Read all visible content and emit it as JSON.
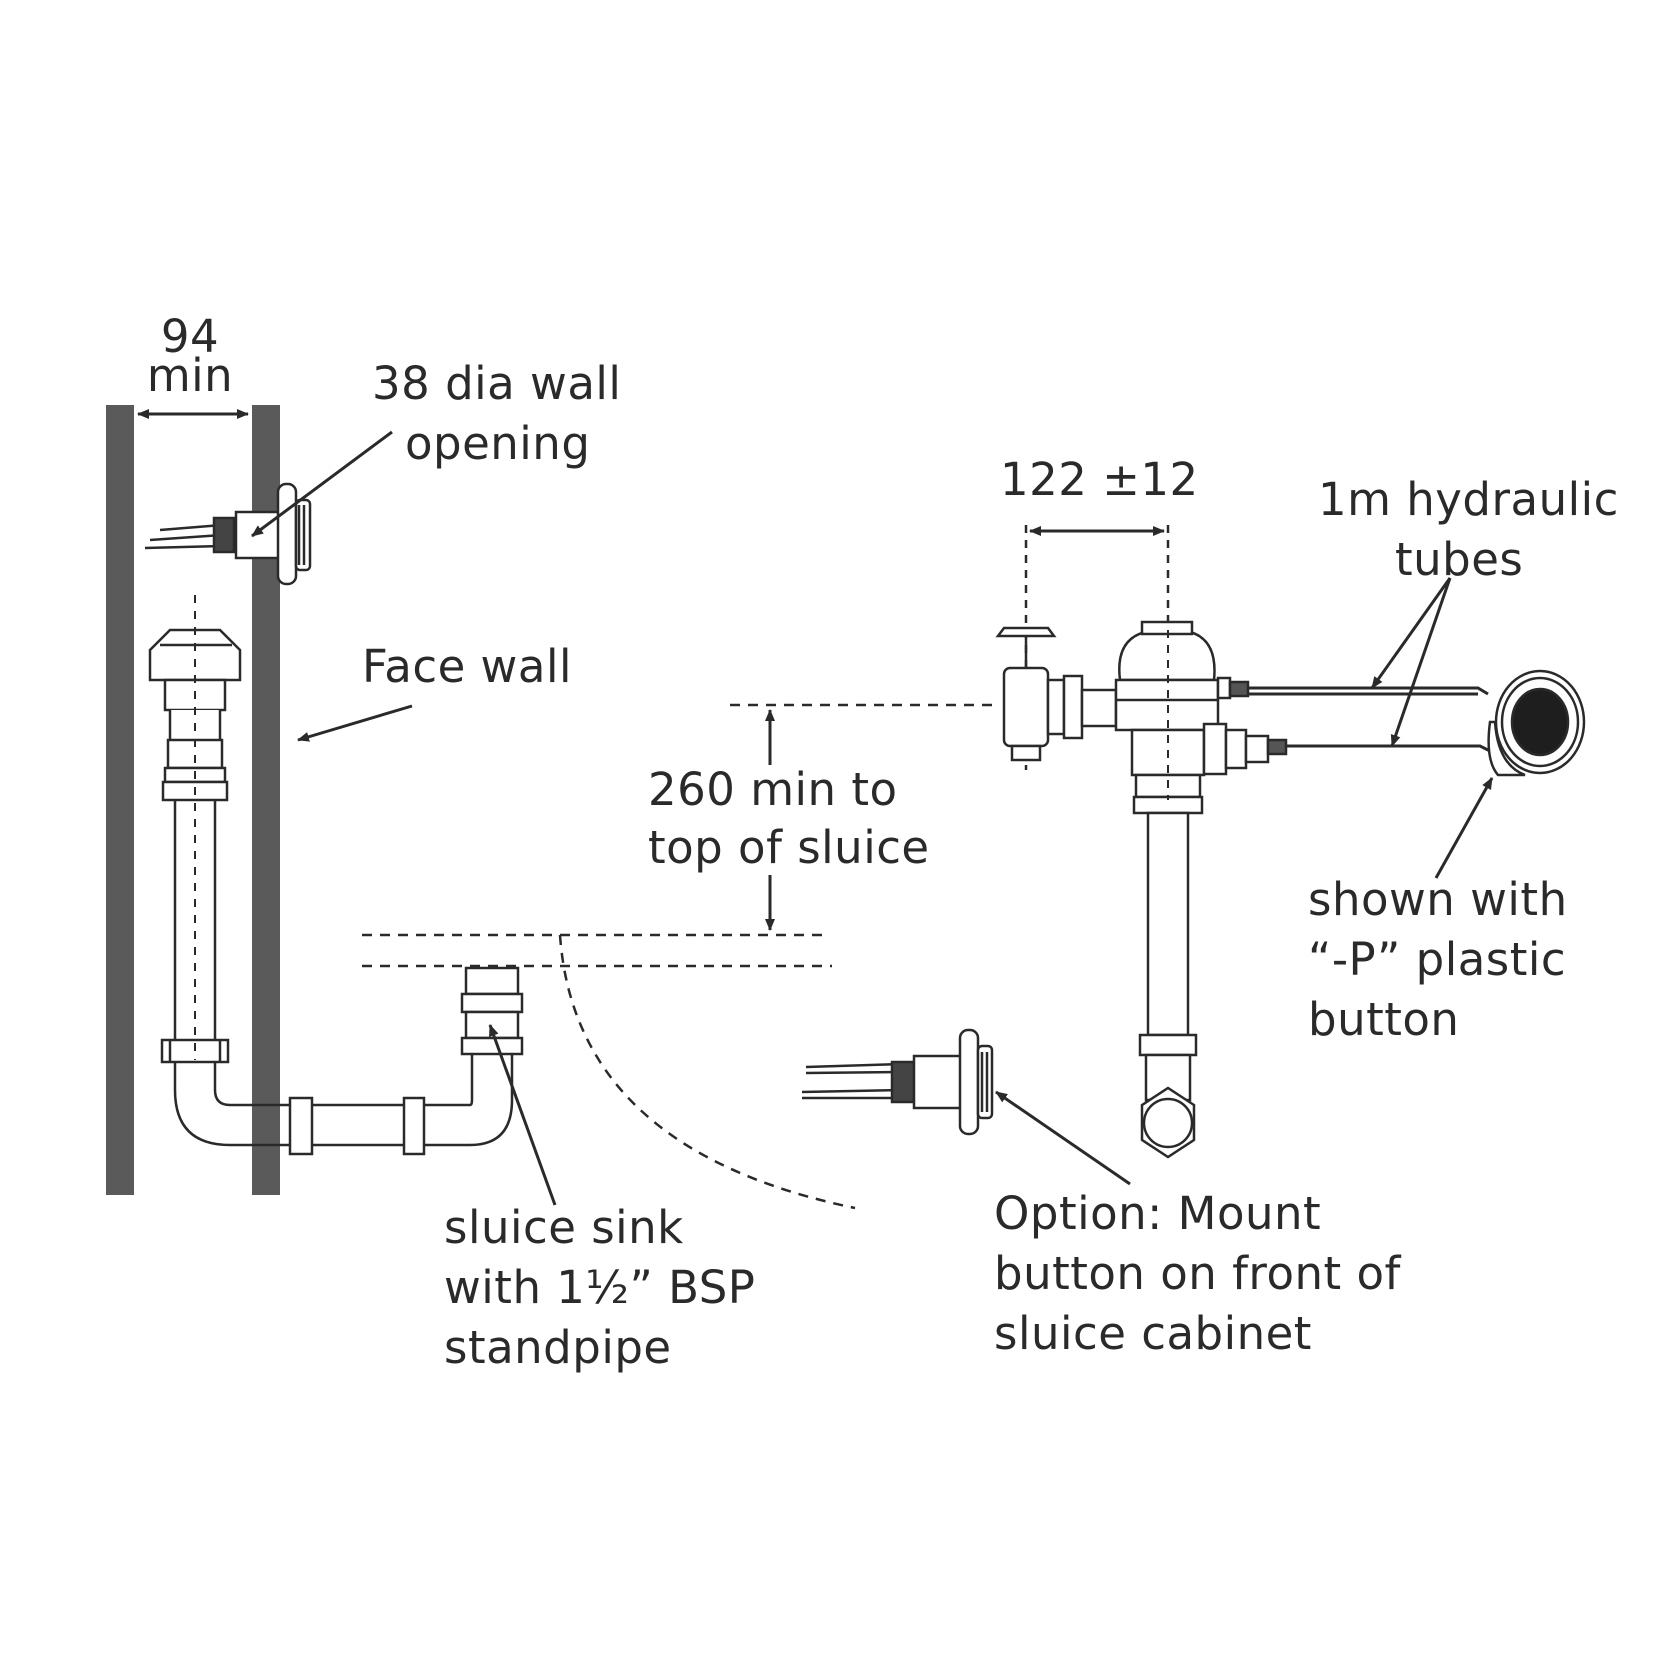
{
  "labels": {
    "wall_gap_value": "94",
    "wall_gap_unit": "min",
    "wall_opening_1": "38 dia wall",
    "wall_opening_2": "opening",
    "face_wall": "Face wall",
    "height_1": "260 min to",
    "height_2": "top of sluice",
    "offset": "122 ±12",
    "tubes_1": "1m hydraulic",
    "tubes_2": "tubes",
    "button_note_1": "shown with",
    "button_note_2": "“-P” plastic",
    "button_note_3": "button",
    "sink_1": "sluice sink",
    "sink_2": "with 1½” BSP",
    "sink_3": "standpipe",
    "option_1": "Option: Mount",
    "option_2": "button on front of",
    "option_3": "sluice cabinet"
  },
  "colors": {
    "line": "#2a2a2a",
    "wall": "#5a5a5a",
    "button": "#1e1e1e"
  }
}
